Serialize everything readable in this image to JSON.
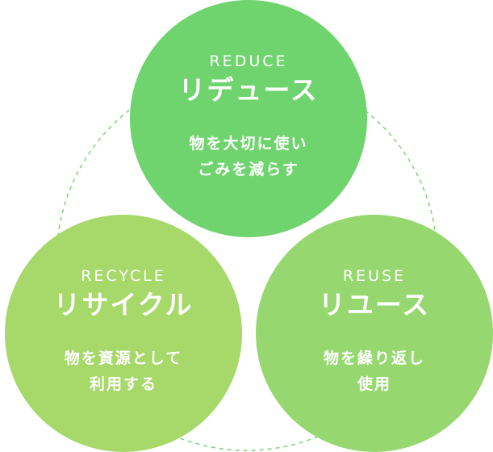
{
  "colors": {
    "reduce": "#6fd46e",
    "recycle": "#a6d86a",
    "reuse": "#96d86f",
    "ring": "#7fd27a"
  },
  "nodes": [
    {
      "id": "reduce",
      "en": "REDUCE",
      "jp": "リデュース",
      "desc": [
        "物を大切に使い",
        "ごみを減らす"
      ]
    },
    {
      "id": "recycle",
      "en": "RECYCLE",
      "jp": "リサイクル",
      "desc": [
        "物を資源として",
        "利用する"
      ]
    },
    {
      "id": "reuse",
      "en": "REUSE",
      "jp": "リユース",
      "desc": [
        "物を繰り返し",
        "使用"
      ]
    }
  ]
}
